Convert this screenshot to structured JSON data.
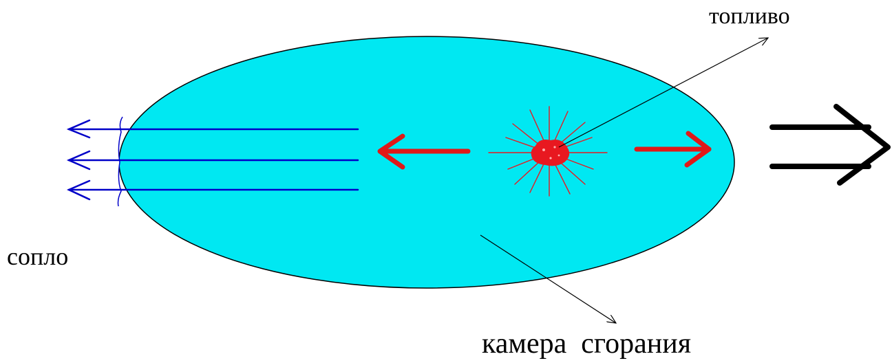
{
  "labels": {
    "fuel": "топливо",
    "nozzle": "сопло",
    "chamber": "камера  сгорания"
  },
  "colors": {
    "chamber_fill": "#00e8f2",
    "chamber_outline": "#000000",
    "exhaust_arrows": "#0000c8",
    "pressure_arrows": "#e01818",
    "fuel_burst": "#e81820",
    "thrust_arrow": "#000000",
    "pointer_lines": "#000000"
  },
  "icons": {
    "fuel_burst": "starburst-icon",
    "thrust": "double-arrow-right-icon"
  }
}
